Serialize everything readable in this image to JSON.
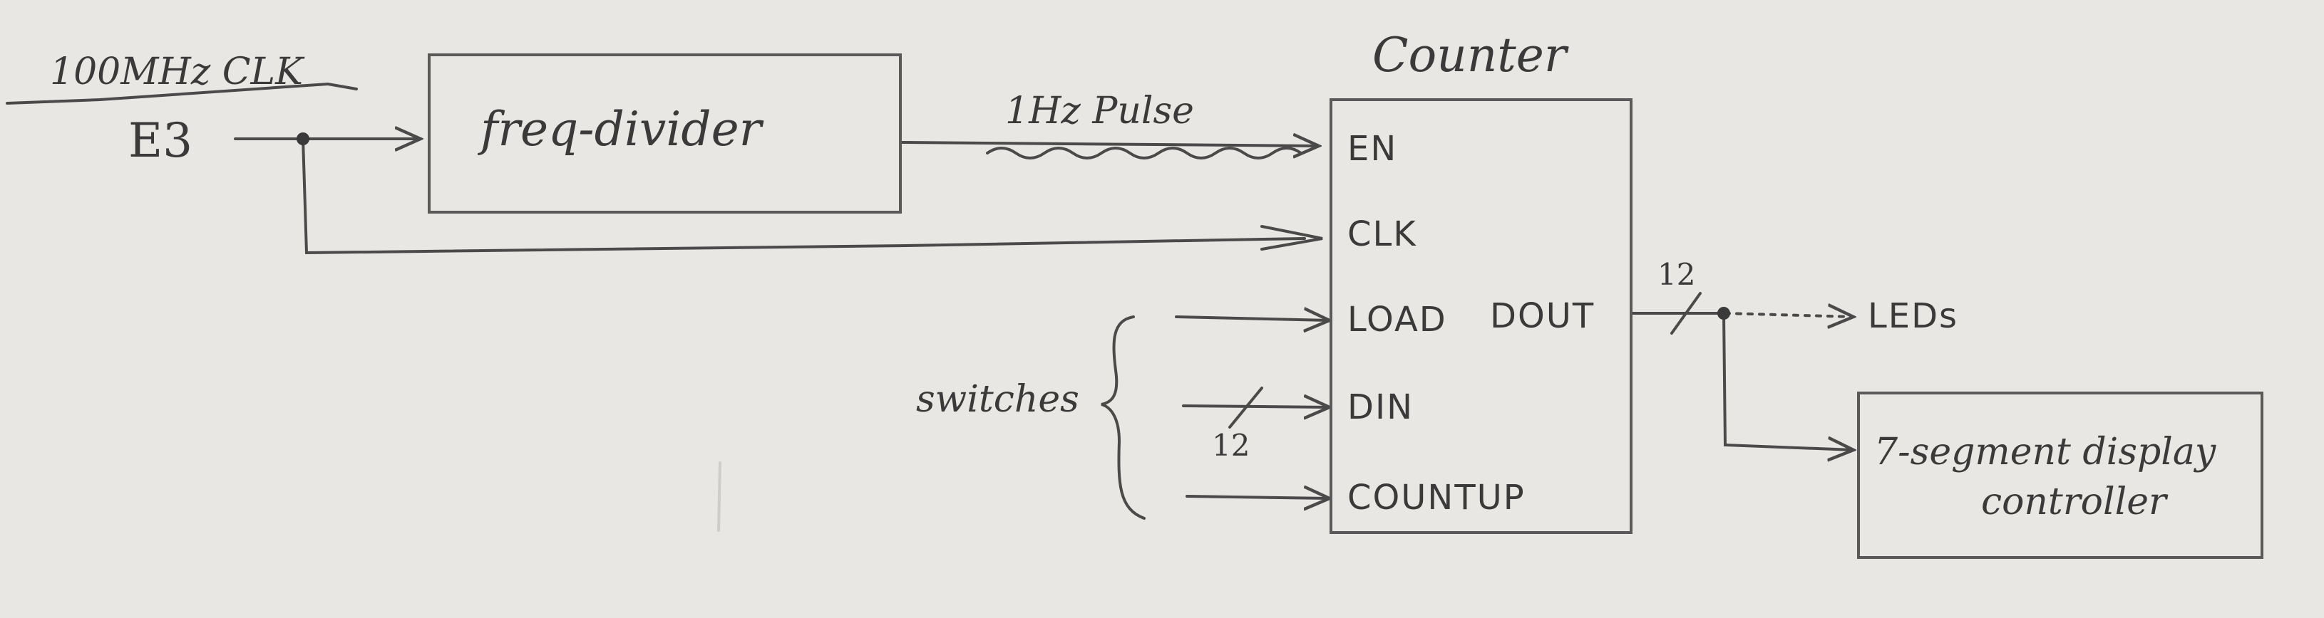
{
  "clock": {
    "label": "100MHz CLK",
    "pin": "E3"
  },
  "freq_divider": {
    "label": "freq-divider",
    "output_label": "1Hz Pulse"
  },
  "counter": {
    "title": "Counter",
    "inputs": [
      "EN",
      "CLK",
      "LOAD",
      "DIN",
      "COUNTUP"
    ],
    "output": "DOUT"
  },
  "switches": {
    "label": "switches",
    "bus_width": "12"
  },
  "output_bus": {
    "width": "12",
    "led_label": "LEDs"
  },
  "display": {
    "label_line1": "7-segment display",
    "label_line2": "controller"
  },
  "colors": {
    "paper": "#e9e7e3",
    "ink": "#4a4a4a"
  }
}
